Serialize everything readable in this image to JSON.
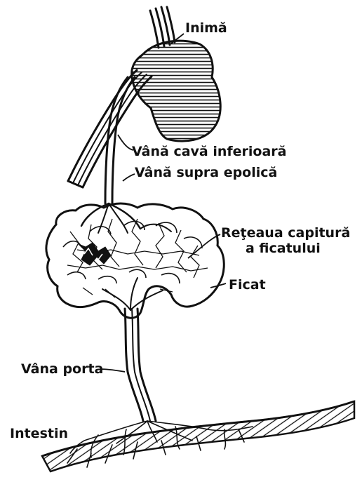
{
  "diagram": {
    "labels": {
      "heart": "Inimă",
      "vena_cava": "Vână cavă inferioară",
      "hepatic_vein": "Vână supra epolică",
      "capillary_net_line1": "Reţeaua capitură",
      "capillary_net_line2": "a ficatului",
      "liver": "Ficat",
      "portal_vein": "Vâna porta",
      "intestine": "Intestin"
    },
    "colors": {
      "ink": "#111111",
      "paper": "#ffffff"
    }
  }
}
